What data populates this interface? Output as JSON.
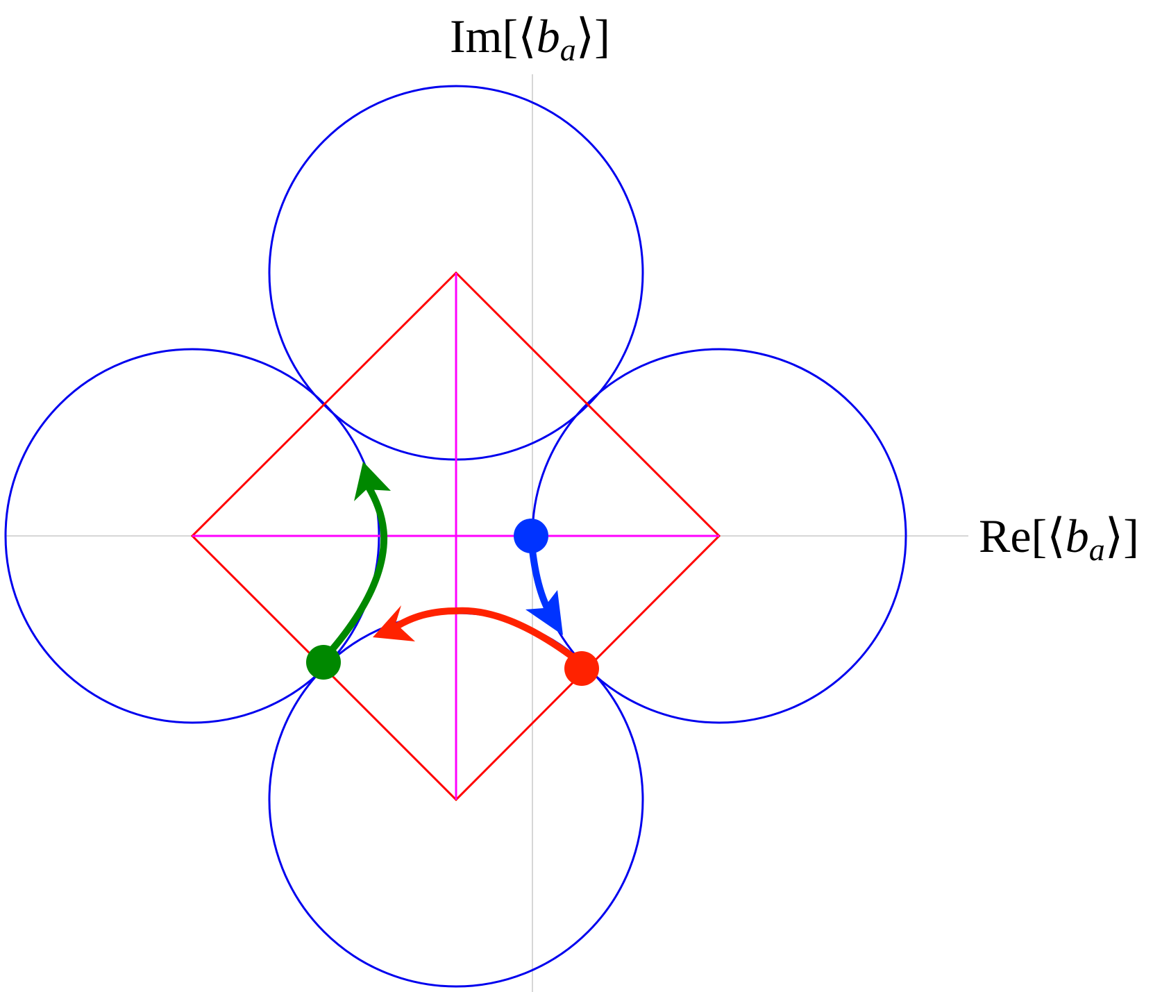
{
  "axes": {
    "x_label": {
      "prefix": "Re[⟨",
      "var": "b",
      "sub": "a",
      "suffix": "⟩]"
    },
    "y_label": {
      "prefix": "Im[⟨",
      "var": "b",
      "sub": "a",
      "suffix": "⟩]"
    }
  },
  "colors": {
    "axis": "#c8c8c8",
    "circle": "#0000ee",
    "square": "#ff0000",
    "cross": "#ff00ff",
    "blue_point": "#0033ff",
    "red_point": "#ff2200",
    "green_point": "#008800"
  },
  "shapes": {
    "circles": [
      "top-circle",
      "left-circle",
      "right-circle",
      "bottom-circle"
    ],
    "square": "red-rotated-square",
    "cross": "magenta-cross"
  },
  "points": [
    {
      "name": "blue-point",
      "color_key": "blue_point"
    },
    {
      "name": "red-point",
      "color_key": "red_point"
    },
    {
      "name": "green-point",
      "color_key": "green_point"
    }
  ],
  "arrows": [
    {
      "name": "blue-arrow",
      "from": "blue-point",
      "to": "red-point"
    },
    {
      "name": "red-arrow",
      "from": "red-point",
      "to": "green-point"
    },
    {
      "name": "green-arrow",
      "from": "green-point",
      "to": "left-top-arc"
    }
  ]
}
